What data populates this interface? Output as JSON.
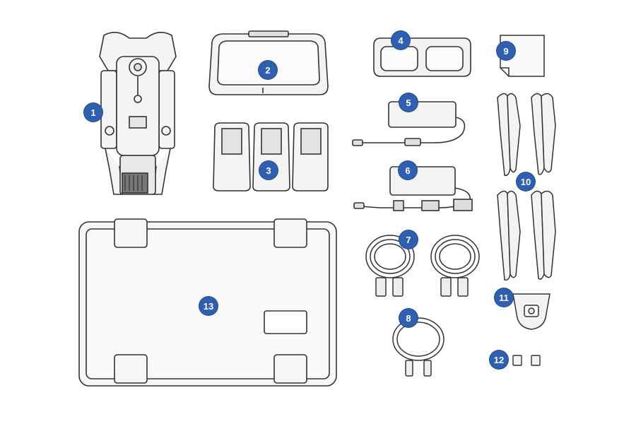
{
  "badge_color": "#2f5fb0",
  "callouts": [
    {
      "number": "1"
    },
    {
      "number": "2"
    },
    {
      "number": "3"
    },
    {
      "number": "4"
    },
    {
      "number": "5"
    },
    {
      "number": "6"
    },
    {
      "number": "7"
    },
    {
      "number": "8"
    },
    {
      "number": "9"
    },
    {
      "number": "10"
    },
    {
      "number": "11"
    },
    {
      "number": "12"
    },
    {
      "number": "13"
    }
  ]
}
